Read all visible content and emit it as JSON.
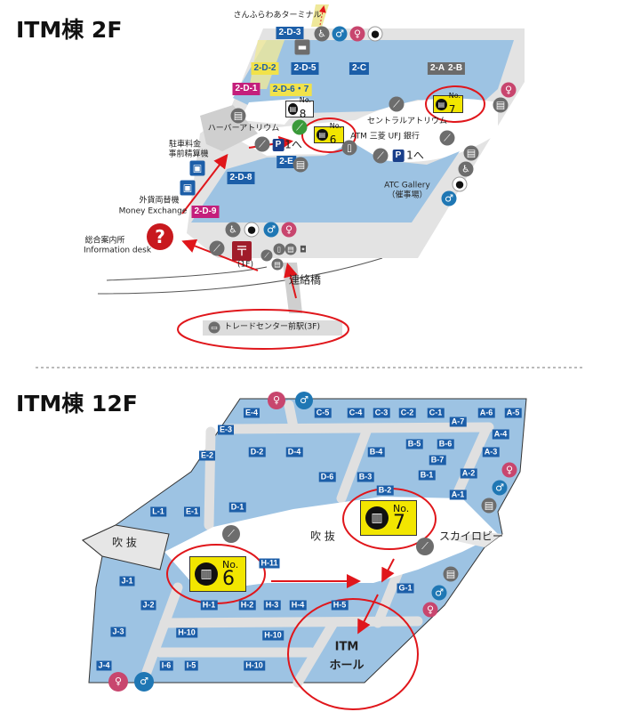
{
  "floor2f": {
    "title": "ITM棟 2F",
    "terminal": "さんふらわあターミナル",
    "shops": [
      "2-D-3",
      "2-D-2",
      "2-D-5",
      "2-C",
      "2-A",
      "2-B",
      "2-D-1",
      "2-D-6・7",
      "2-E",
      "2-D-8",
      "2-D-9"
    ],
    "harbor_atrium": "ハーバーアトリウム",
    "central_atrium": "セントラルアトリウム",
    "atm": "ATM 三菱 UFJ 銀行",
    "parking1": "P",
    "parking1_to": "1へ",
    "parking2": "P",
    "parking2_to": "1へ",
    "gallery": "ATC Gallery",
    "gallery_sub": "（催事場）",
    "parking_fee_1": "駐車料金",
    "parking_fee_2": "事前精算機",
    "exchange_jp": "外貨両替機",
    "exchange_en": "Money Exchange",
    "info_jp": "総合案内所",
    "info_en": "Information desk",
    "post_floor": "(1F)",
    "bridge": "連絡橋",
    "station": "トレードセンター前駅(3F)",
    "elevators": [
      {
        "no": "No.",
        "num": "8"
      },
      {
        "no": "No.",
        "num": "6"
      },
      {
        "no": "No.",
        "num": "7"
      }
    ]
  },
  "floor12f": {
    "title": "ITM棟 12F",
    "shops": [
      "E-4",
      "C-5",
      "C-4",
      "C-3",
      "C-2",
      "C-1",
      "A-7",
      "A-6",
      "A-5",
      "E-3",
      "A-4",
      "E-2",
      "D-2",
      "D-4",
      "B-5",
      "B-6",
      "B-4",
      "A-3",
      "B-7",
      "A-2",
      "D-6",
      "B-3",
      "B-1",
      "B-2",
      "A-1",
      "L-1",
      "E-1",
      "D-1",
      "H-11",
      "J-1",
      "J-2",
      "H-1",
      "H-2",
      "H-3",
      "H-4",
      "H-5",
      "G-1",
      "J-3",
      "H-10",
      "H-10",
      "J-4",
      "I-6",
      "I-5",
      "H-10"
    ],
    "void_left": "吹 抜",
    "void_center": "吹 抜",
    "sky_lobby": "スカイロビー",
    "hall_1": "ITM",
    "hall_2": "ホール",
    "elevators": [
      {
        "no": "No.",
        "num": "7"
      },
      {
        "no": "No.",
        "num": "6"
      }
    ]
  },
  "colors": {
    "shop_blue": "#1c5ea8",
    "area_blue": "#9dc3e3",
    "highlight_red": "#e0161b",
    "elevator_yellow": "#f2e600"
  }
}
